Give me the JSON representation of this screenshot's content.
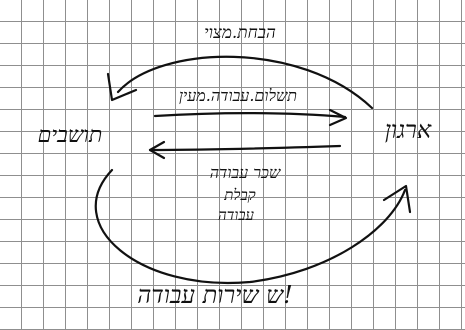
{
  "labels": {
    "top_arc": "הבחת.מצוי",
    "upper_arrow": "תשלום.עבודה.מעין",
    "left_node": "תושבים",
    "right_node": "ארגון",
    "lower_arrow": "שכר עבודה",
    "lower_line2": "קבלת",
    "lower_line3": "עבודה",
    "bottom_arc": "ש שירות עבודה!"
  },
  "ink_color": "#111111"
}
